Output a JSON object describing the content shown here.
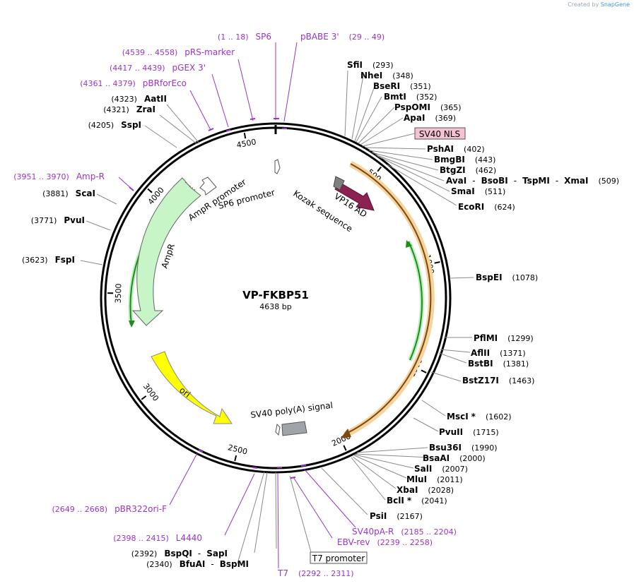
{
  "credit": {
    "prefix": "Created by",
    "brand": "SnapGene"
  },
  "plasmid": {
    "name": "VP-FKBP51",
    "size": "4638 bp"
  },
  "ticks": [
    "500",
    "1000",
    "1500",
    "2000",
    "2500",
    "3000",
    "3500",
    "4000",
    "4500"
  ],
  "colors": {
    "purple": "#9933cc",
    "ampR": "#c8f5c8",
    "ori": "#ffff00",
    "vp16": "#8b2252",
    "sv40pa": "#9aa0a6",
    "orange_feature": "#e8a33d",
    "green_primer": "#228b22",
    "nls_box": "#f4c2d2"
  },
  "features": {
    "vp16": "VP16 AD",
    "kozak": "Kozak sequence",
    "sp6_promoter": "SP6 promoter",
    "ampr_promoter": "AmpR promoter",
    "ampr": "AmpR",
    "ori": "ori",
    "sv40pa": "SV40 poly(A) signal",
    "sv40_nls": "SV40 NLS",
    "t7_promoter": "T7 promoter"
  },
  "primers": {
    "sp6": {
      "name": "SP6",
      "range": "(1 .. 18)"
    },
    "pbabe": {
      "name": "pBABE 3'",
      "range": "(29 .. 49)"
    },
    "prs": {
      "name": "pRS-marker",
      "range": "(4539 .. 4558)"
    },
    "pgex": {
      "name": "pGEX 3'",
      "range": "(4417 .. 4439)"
    },
    "pbrfor": {
      "name": "pBRforEco",
      "range": "(4361 .. 4379)"
    },
    "ampr": {
      "name": "Amp-R",
      "range": "(3951 .. 3970)"
    },
    "pbr322": {
      "name": "pBR322ori-F",
      "range": "(2649 .. 2668)"
    },
    "l4440": {
      "name": "L4440",
      "range": "(2398 .. 2415)"
    },
    "t7": {
      "name": "T7",
      "range": "(2292 .. 2311)"
    },
    "ebv": {
      "name": "EBV-rev",
      "range": "(2239 .. 2258)"
    },
    "sv40pa_r": {
      "name": "SV40pA-R",
      "range": "(2185 .. 2204)"
    }
  },
  "enzymes": {
    "sfii": {
      "name": "SfiI",
      "pos": "(293)"
    },
    "nhei": {
      "name": "NheI",
      "pos": "(348)"
    },
    "beseri": {
      "name": "BseRI",
      "pos": "(351)"
    },
    "bmti": {
      "name": "BmtI",
      "pos": "(352)"
    },
    "pspomi": {
      "name": "PspOMI",
      "pos": "(365)"
    },
    "apai": {
      "name": "ApaI",
      "pos": "(369)"
    },
    "pshai": {
      "name": "PshAI",
      "pos": "(402)"
    },
    "bmgbi": {
      "name": "BmgBI",
      "pos": "(443)"
    },
    "btgzi": {
      "name": "BtgZI",
      "pos": "(462)"
    },
    "ava": {
      "n1": "AvaI",
      "n2": "BsoBI",
      "n3": "TspMI",
      "n4": "XmaI",
      "pos": "(509)"
    },
    "smai": {
      "name": "SmaI",
      "pos": "(511)"
    },
    "ecori": {
      "name": "EcoRI",
      "pos": "(624)"
    },
    "bspei": {
      "name": "BspEI",
      "pos": "(1078)"
    },
    "pflmi": {
      "name": "PflMI",
      "pos": "(1299)"
    },
    "aflii": {
      "name": "AflII",
      "pos": "(1371)"
    },
    "bstbi": {
      "name": "BstBI",
      "pos": "(1381)"
    },
    "bstz": {
      "name": "BstZ17I",
      "pos": "(1463)"
    },
    "msci": {
      "name": "MscI",
      "star": "*",
      "pos": "(1602)"
    },
    "pvuii": {
      "name": "PvuII",
      "pos": "(1715)"
    },
    "bsu36i": {
      "name": "Bsu36I",
      "pos": "(1990)"
    },
    "bsaai": {
      "name": "BsaAI",
      "pos": "(2000)"
    },
    "sali": {
      "name": "SalI",
      "pos": "(2007)"
    },
    "mlui": {
      "name": "MluI",
      "pos": "(2011)"
    },
    "xbai": {
      "name": "XbaI",
      "pos": "(2028)"
    },
    "bcli": {
      "name": "BclI",
      "star": "*",
      "pos": "(2041)"
    },
    "psii": {
      "name": "PsiI",
      "pos": "(2167)"
    },
    "bspqi": {
      "n1": "BspQI",
      "n2": "SapI",
      "pos": "(2392)"
    },
    "bfuai": {
      "n1": "BfuAI",
      "n2": "BspMI",
      "pos": "(2340)"
    },
    "aatii": {
      "name": "AatII",
      "pos": "(4323)"
    },
    "zrai": {
      "name": "ZraI",
      "pos": "(4321)"
    },
    "sspi": {
      "name": "SspI",
      "pos": "(4205)"
    },
    "scai": {
      "name": "ScaI",
      "pos": "(3881)"
    },
    "pvui": {
      "name": "PvuI",
      "pos": "(3771)"
    },
    "fspi": {
      "name": "FspI",
      "pos": "(3623)"
    }
  },
  "separator": "-"
}
